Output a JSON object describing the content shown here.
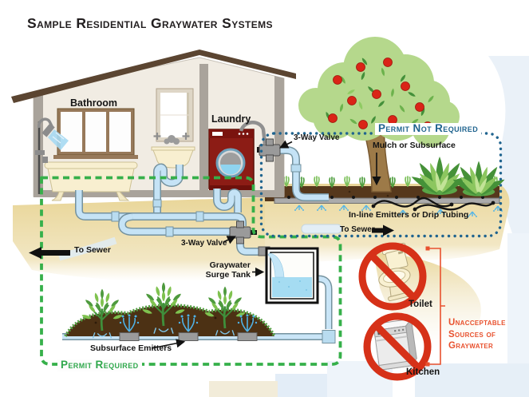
{
  "title": "Sample Residential Graywater Systems",
  "house": {
    "bathroom_label": "Bathroom",
    "laundry_label": "Laundry"
  },
  "plumbing": {
    "valve_top_label": "3-Way Valve",
    "valve_bottom_label": "3-Way Valve",
    "surge_tank_line1": "Graywater",
    "surge_tank_line2": "Surge Tank",
    "to_sewer_left_label": "To Sewer",
    "to_sewer_right_label": "To Sewer"
  },
  "irrigation": {
    "mulch_label": "Mulch or Subsurface",
    "inline_emitters_label": "In-line Emitters or Drip Tubing",
    "subsurface_emitters_label": "Subsurface Emitters"
  },
  "zones": {
    "permit_not_required_label": "Permit Not Required",
    "permit_required_label": "Permit Required"
  },
  "unacceptable": {
    "line1": "Unacceptable",
    "line2": "Sources of",
    "line3": "Graywater",
    "toilet_label": "Toilet",
    "kitchen_label": "Kitchen"
  },
  "colors": {
    "permit_required_green": "#2fa84c",
    "permit_not_required_blue": "#20648f",
    "prohibition_red": "#d63118",
    "warning_text_red": "#e8512e",
    "pipe_blue": "#c5e3f6",
    "washer_red": "#8c1c15",
    "ground_tan": "#e9d699"
  }
}
